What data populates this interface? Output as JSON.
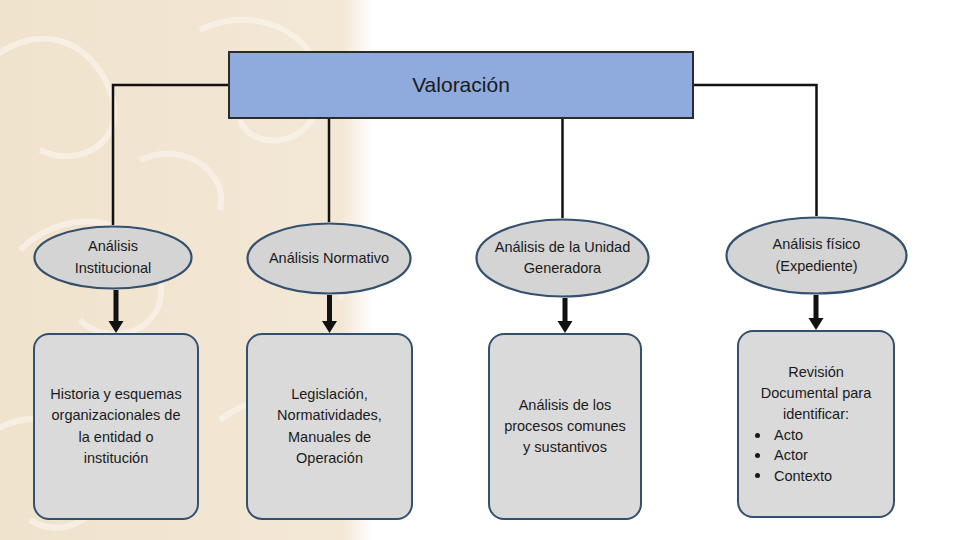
{
  "diagram": {
    "nodes": [
      {
        "text": [
          "Valoración"
        ]
      },
      {
        "text": [
          "Análisis Institucional"
        ]
      },
      {
        "text": [
          "Análisis Normativo"
        ]
      },
      {
        "text": [
          "Análisis de la Unidad Generadora"
        ]
      },
      {
        "text": [
          "Análisis físico (Expediente)"
        ]
      },
      {
        "text": [
          "Historia y esquemas organizacionales de la entidad o institución"
        ]
      },
      {
        "text": [
          "Legislación, Normatividades, Manuales de Operación"
        ]
      },
      {
        "text": [
          "Análisis de los procesos comunes y sustantivos"
        ]
      },
      {
        "text": [
          "Revisión Documental para identificar:",
          "Acto",
          "Actor",
          "Contexto"
        ]
      }
    ],
    "edges": [
      {
        "from": 0,
        "to": 1,
        "arrow": "none"
      },
      {
        "from": 0,
        "to": 2,
        "arrow": "none"
      },
      {
        "from": 0,
        "to": 3,
        "arrow": "none"
      },
      {
        "from": 0,
        "to": 4,
        "arrow": "none"
      },
      {
        "from": 1,
        "to": 5,
        "arrow": "to"
      },
      {
        "from": 2,
        "to": 6,
        "arrow": "to"
      },
      {
        "from": 3,
        "to": 7,
        "arrow": "to"
      },
      {
        "from": 4,
        "to": 8,
        "arrow": "to"
      }
    ]
  }
}
